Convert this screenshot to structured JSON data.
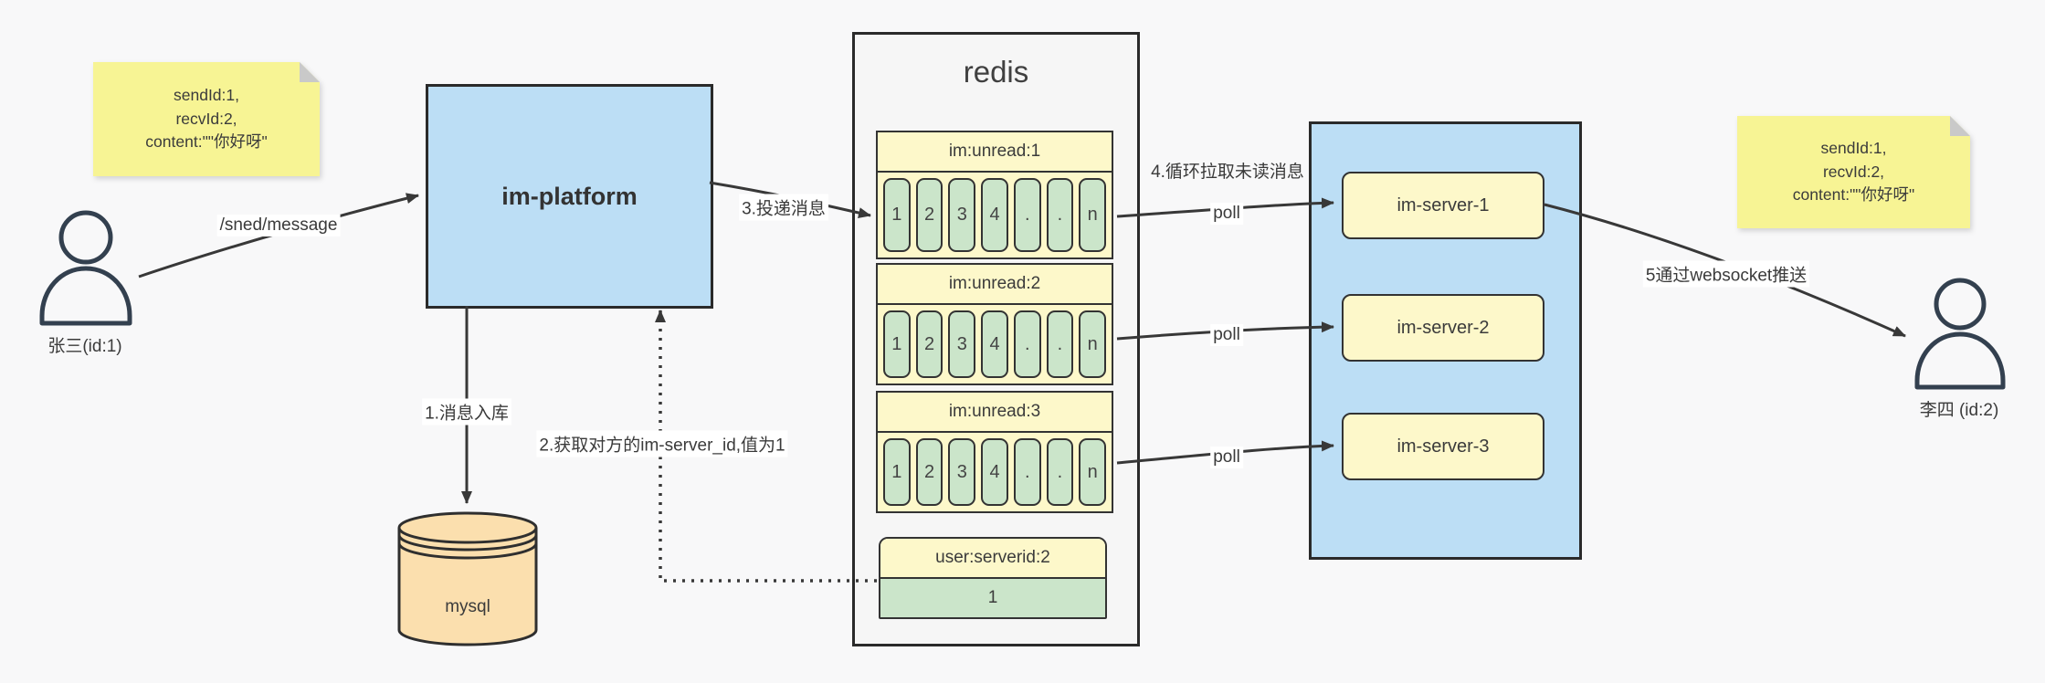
{
  "note_left": {
    "line1": "sendId:1,",
    "line2": "recvId:2,",
    "line3": "content:\"\"你好呀\""
  },
  "note_right": {
    "line1": "sendId:1,",
    "line2": "recvId:2,",
    "line3": "content:\"\"你好呀\""
  },
  "actor_left": {
    "label": "张三(id:1)"
  },
  "actor_right": {
    "label": "李四 (id:2)"
  },
  "platform": {
    "label": "im-platform"
  },
  "database": {
    "label": "mysql"
  },
  "redis": {
    "title": "redis",
    "queues": [
      {
        "name": "im:unread:1",
        "cells": [
          "1",
          "2",
          "3",
          "4",
          ".",
          ".",
          "n"
        ]
      },
      {
        "name": "im:unread:2",
        "cells": [
          "1",
          "2",
          "3",
          "4",
          ".",
          ".",
          "n"
        ]
      },
      {
        "name": "im:unread:3",
        "cells": [
          "1",
          "2",
          "3",
          "4",
          ".",
          ".",
          "n"
        ]
      }
    ],
    "kv": {
      "key": "user:serverid:2",
      "value": "1"
    }
  },
  "servers": {
    "items": [
      {
        "label": "im-server-1"
      },
      {
        "label": "im-server-2"
      },
      {
        "label": "im-server-3"
      }
    ]
  },
  "labels": {
    "send_api": "/sned/message",
    "step1": "1.消息入库",
    "step2": "2.获取对方的im-server_id,值为1",
    "step3": "3.投递消息",
    "step4": "4.循环拉取未读消息",
    "poll": "poll",
    "step5": "5通过websocket推送"
  },
  "colors": {
    "container_blue": "#bcdef5",
    "note_yellow": "#f7f494",
    "panel_yellow": "#fdf8ca",
    "cell_green": "#cbe5ca",
    "db_orange": "#fbdfae",
    "redis_bg": "#f6f6f6",
    "stroke_dark": "#383838",
    "fold_gray": "#c9c9c9"
  }
}
